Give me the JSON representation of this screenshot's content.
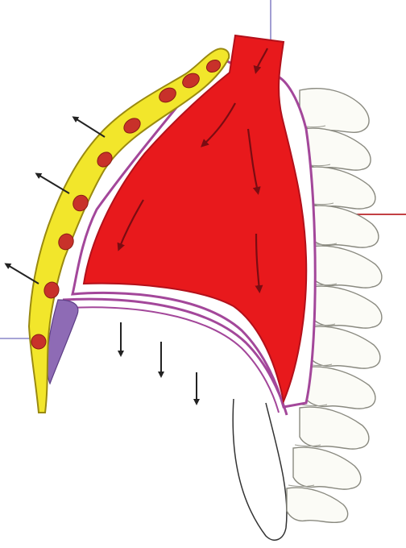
{
  "diagram": {
    "colors": {
      "background": "#ffffff",
      "lung": "#e8191c",
      "lung_edge": "#b3101a",
      "pleura": "#a3479a",
      "sternum": "#f2e62b",
      "sternum_edge": "#9a8a10",
      "cartilage": "#c8312a",
      "vertebra": "#fbfbf6",
      "vertebra_edge": "#8a8a80",
      "arrow": "#222222",
      "guide_line": "#8a86c8",
      "guide_line_red": "#b9242a",
      "outline": "#333333",
      "diaphragm_patch": "#8e6bb5"
    },
    "icons": [
      "expansion-arrow",
      "descent-arrow",
      "airflow-arrow",
      "reference-line"
    ]
  }
}
